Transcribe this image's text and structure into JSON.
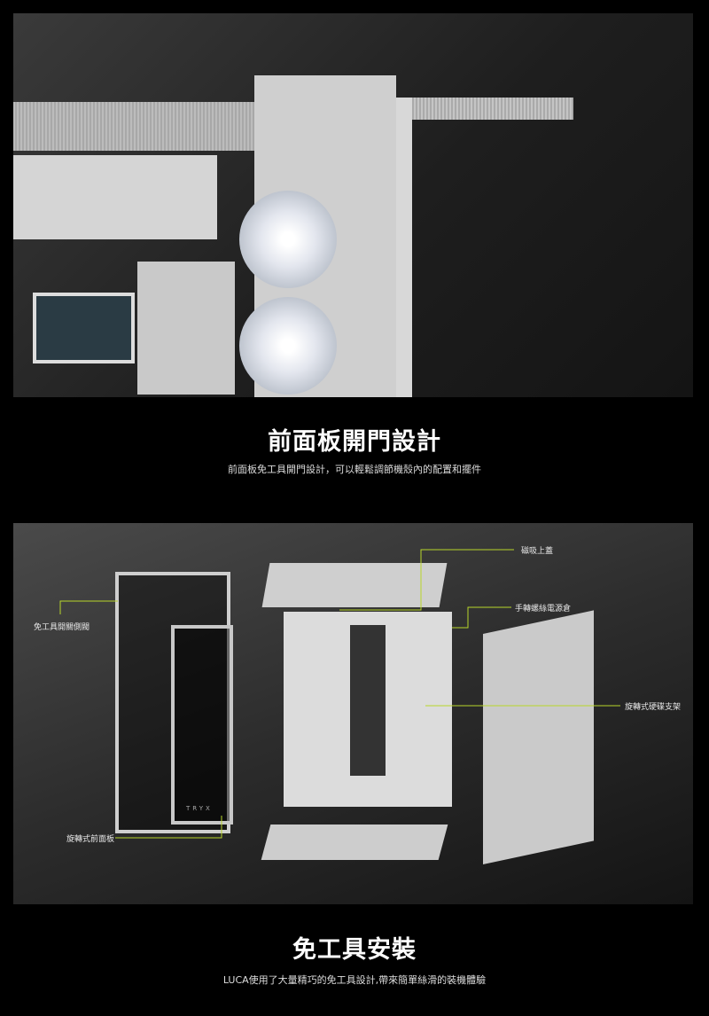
{
  "section1": {
    "title": "前面板開門設計",
    "subtitle": "前面板免工具開門設計，可以輕鬆調節機殼內的配置和擺件"
  },
  "section2": {
    "title": "免工具安裝",
    "subtitle": "LUCA使用了大量精巧的免工具設計,帶來簡單絲滑的裝機體驗",
    "callouts": {
      "top_cover": "磁吸上蓋",
      "psu_bay": "手轉螺絲電源倉",
      "hdd_bracket": "旋轉式硬碟支架",
      "side_panel": "免工具開關側閥",
      "front_panel": "旋轉式前面板"
    },
    "brand_mark": "TRYX"
  },
  "colors": {
    "accent": "#b8d62a",
    "background": "#000000"
  }
}
